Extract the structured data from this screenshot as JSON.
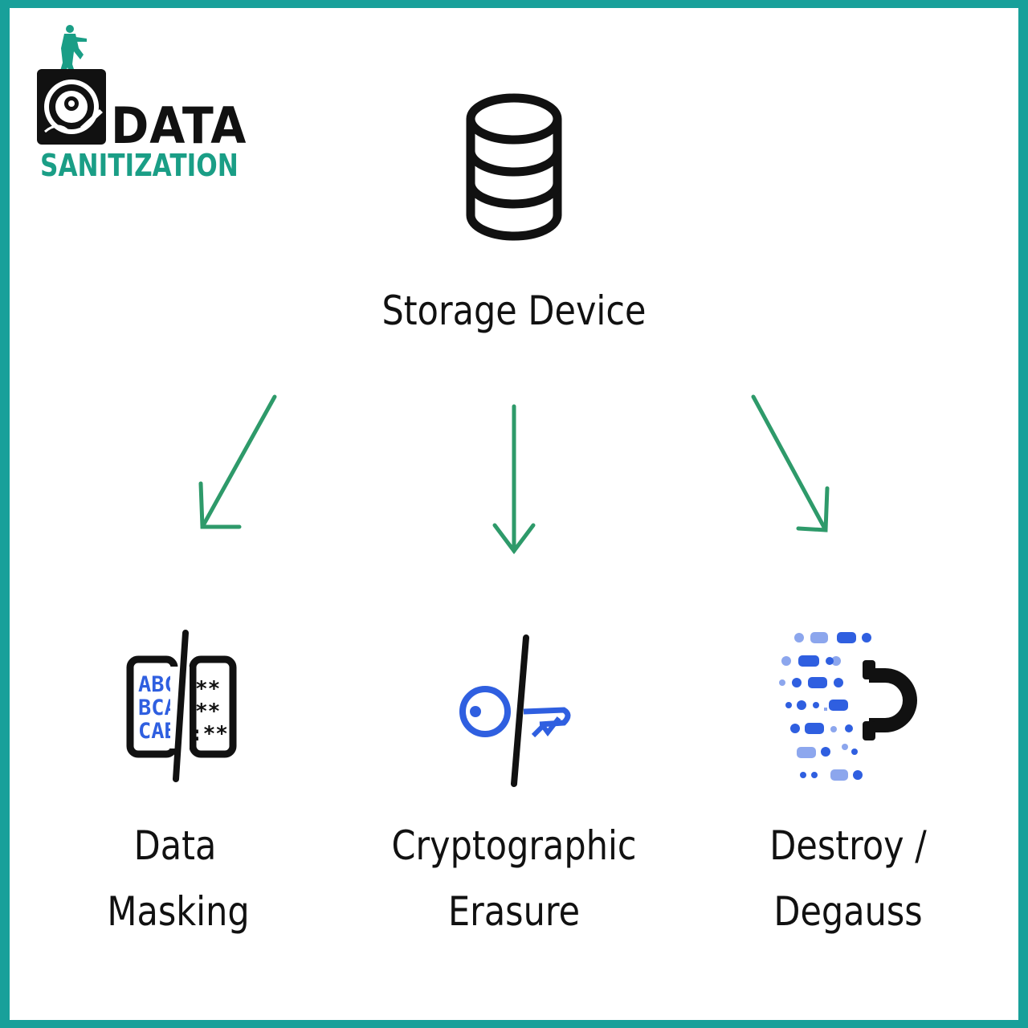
{
  "logo": {
    "title": "DATA",
    "subtitle": "SANITIZATION"
  },
  "root": {
    "label": "Storage Device",
    "icon": "database-icon"
  },
  "methods": [
    {
      "line1": "Data",
      "line2": "Masking",
      "icon": "data-masking-icon"
    },
    {
      "line1": "Cryptographic",
      "line2": "Erasure",
      "icon": "crypto-key-icon"
    },
    {
      "line1": "Destroy /",
      "line2": "Degauss",
      "icon": "magnet-degauss-icon"
    }
  ],
  "colors": {
    "frame": "#18a09a",
    "arrow": "#2e9a6a",
    "icon_dark": "#111111",
    "icon_blue": "#2f5fe0",
    "logo_green": "#1a9e86"
  }
}
